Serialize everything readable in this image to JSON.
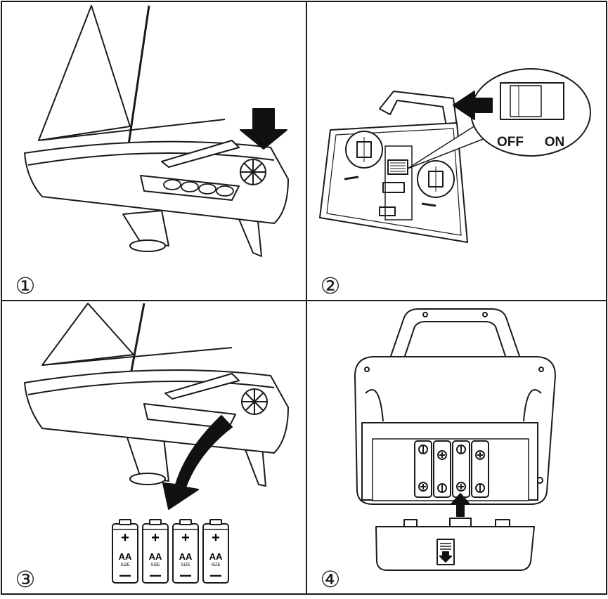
{
  "panels": [
    {
      "id": 1,
      "step_label": "①"
    },
    {
      "id": 2,
      "step_label": "②",
      "switch_off_label": "OFF",
      "switch_on_label": "ON"
    },
    {
      "id": 3,
      "step_label": "③",
      "battery_label_main": "AA",
      "battery_label_size": "SIZE",
      "battery_count": 4
    },
    {
      "id": 4,
      "step_label": "④",
      "transmitter_battery_count": 4
    }
  ],
  "colors": {
    "line": "#1a1a1a",
    "arrow": "#111111",
    "paper": "#ffffff"
  }
}
